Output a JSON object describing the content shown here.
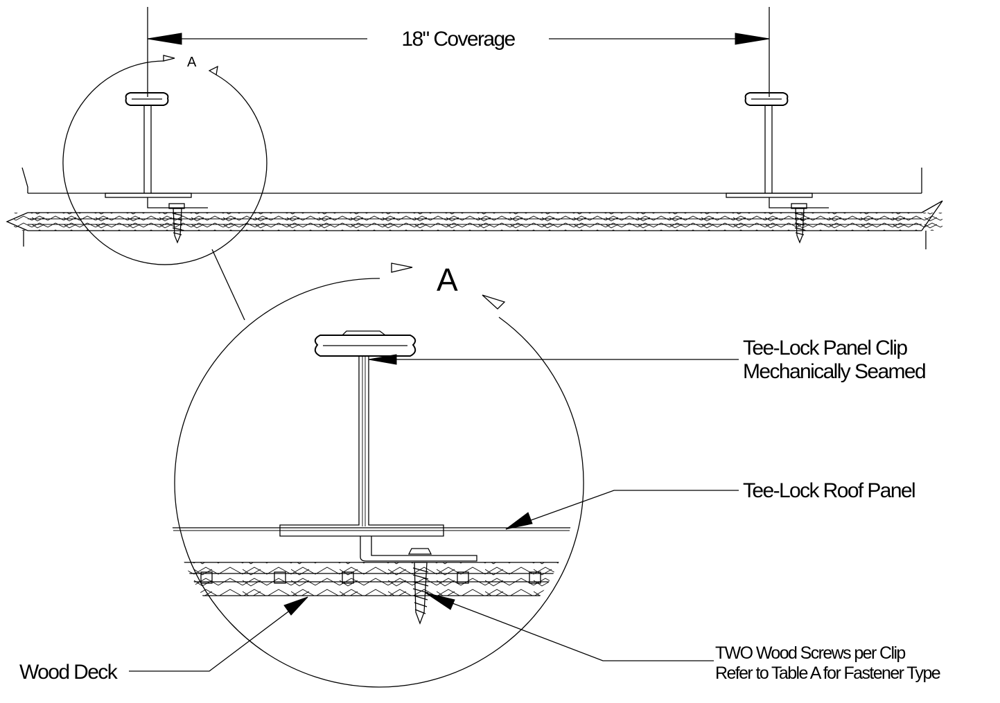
{
  "coverage": {
    "label": "18\" Coverage"
  },
  "section": {
    "marker": "A",
    "detail_marker": "A"
  },
  "callouts": {
    "panel_clip_line1": "Tee-Lock Panel Clip",
    "panel_clip_line2": "Mechanically Seamed",
    "roof_panel": "Tee-Lock Roof Panel",
    "wood_deck": "Wood Deck",
    "screws_line1": "TWO Wood Screws per Clip",
    "screws_line2": "Refer to Table A for Fastener Type"
  }
}
